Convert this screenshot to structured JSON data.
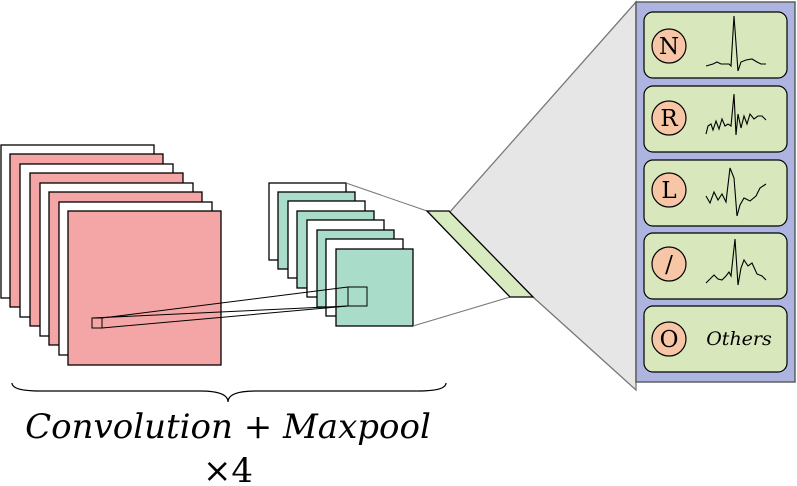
{
  "caption": {
    "operation": "Convolution + Maxpool",
    "repeat": "×4"
  },
  "colors": {
    "conv_fill": "#f4a6a6",
    "pool_fill": "#a9dcc9",
    "flatten_fill": "#d8ebc0",
    "panel_fill": "#aeb4e0",
    "class_fill": "#d8e8bc",
    "circle_fill": "#f7c6a6",
    "funnel_fill": "#e6e6e6"
  },
  "classes": [
    {
      "symbol": "N",
      "beat_icon": "normal-beat-icon"
    },
    {
      "symbol": "R",
      "beat_icon": "rbbb-beat-icon"
    },
    {
      "symbol": "L",
      "beat_icon": "lbbb-beat-icon"
    },
    {
      "symbol": "/",
      "beat_icon": "paced-beat-icon"
    },
    {
      "symbol": "O",
      "text": "Others"
    }
  ]
}
